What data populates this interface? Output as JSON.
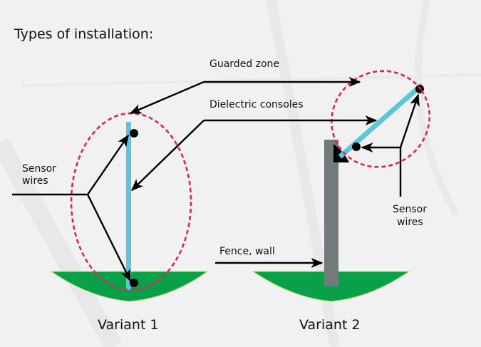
{
  "title": "Types of installation:",
  "labels": {
    "guarded_zone": "Guarded zone",
    "dielectric_consoles": "Dielectric consoles",
    "sensor_wires_line1": "Sensor",
    "sensor_wires_line2": "wires",
    "fence_wall": "Fence, wall"
  },
  "variants": [
    {
      "label": "Variant 1"
    },
    {
      "label": "Variant 2"
    }
  ],
  "colors": {
    "background": "#f1f1f1",
    "ground": "#0aa04a",
    "console": "#5cc5d8",
    "zone": "#e0245a",
    "fence": "#737a7c",
    "ink": "#000000"
  }
}
